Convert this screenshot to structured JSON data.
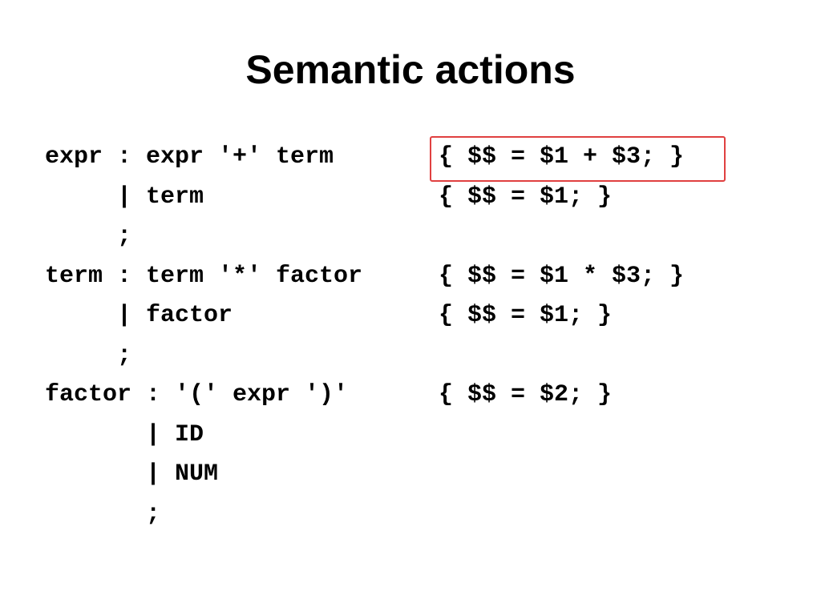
{
  "slide": {
    "title": "Semantic actions"
  },
  "code": {
    "lines": [
      {
        "rule": "expr : expr '+' term",
        "action": "{ $$ = $1 + $3; }"
      },
      {
        "rule": "     | term",
        "action": "{ $$ = $1; }"
      },
      {
        "rule": "     ;",
        "action": ""
      },
      {
        "rule": "term : term '*' factor",
        "action": "{ $$ = $1 * $3; }"
      },
      {
        "rule": "     | factor",
        "action": "{ $$ = $1; }"
      },
      {
        "rule": "     ;",
        "action": ""
      },
      {
        "rule": "factor : '(' expr ')'",
        "action": "{ $$ = $2; }"
      },
      {
        "rule": "       | ID",
        "action": ""
      },
      {
        "rule": "       | NUM",
        "action": ""
      },
      {
        "rule": "       ;",
        "action": ""
      }
    ]
  },
  "colors": {
    "highlight": "#e04040",
    "text": "#000000",
    "background": "#ffffff"
  }
}
